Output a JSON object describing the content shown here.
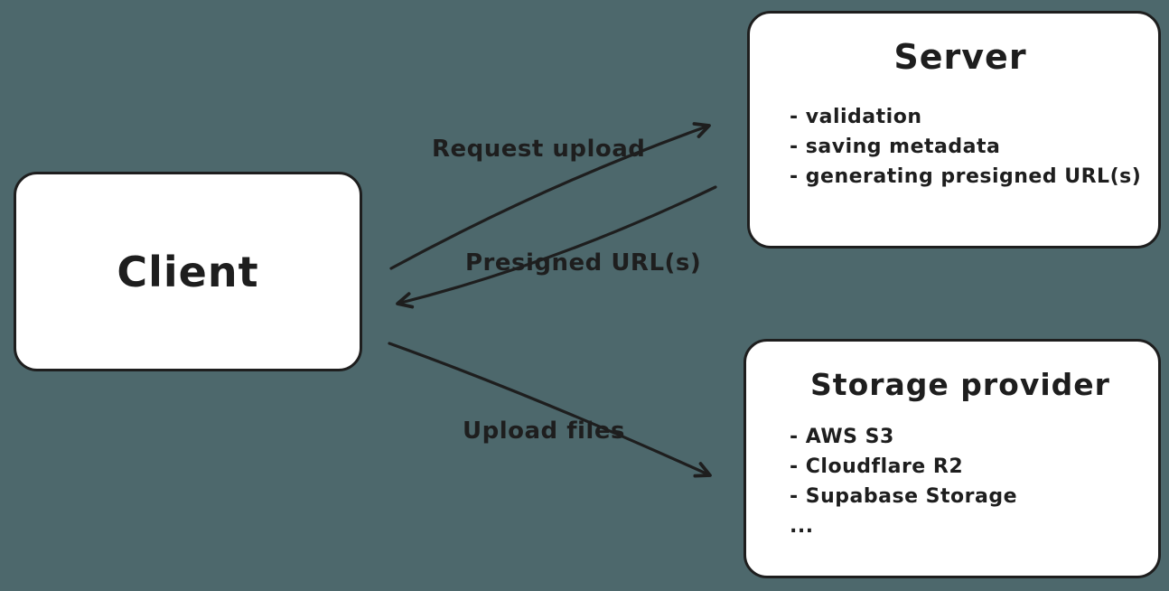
{
  "colors": {
    "background": "#4d686c",
    "stroke": "#1e1e1e",
    "node-fill": "#ffffff",
    "text": "#1e1e1e"
  },
  "nodes": {
    "client": {
      "title": "Client"
    },
    "server": {
      "title": "Server",
      "items": [
        "- validation",
        "- saving metadata",
        "- generating presigned URL(s)"
      ]
    },
    "storage": {
      "title": "Storage provider",
      "items": [
        "- AWS S3",
        "- Cloudflare R2",
        "- Supabase Storage",
        "..."
      ]
    }
  },
  "edges": [
    {
      "id": "request-upload",
      "label": "Request upload",
      "from": "client",
      "to": "server"
    },
    {
      "id": "presigned-urls",
      "label": "Presigned URL(s)",
      "from": "server",
      "to": "client"
    },
    {
      "id": "upload-files",
      "label": "Upload files",
      "from": "client",
      "to": "storage"
    }
  ]
}
